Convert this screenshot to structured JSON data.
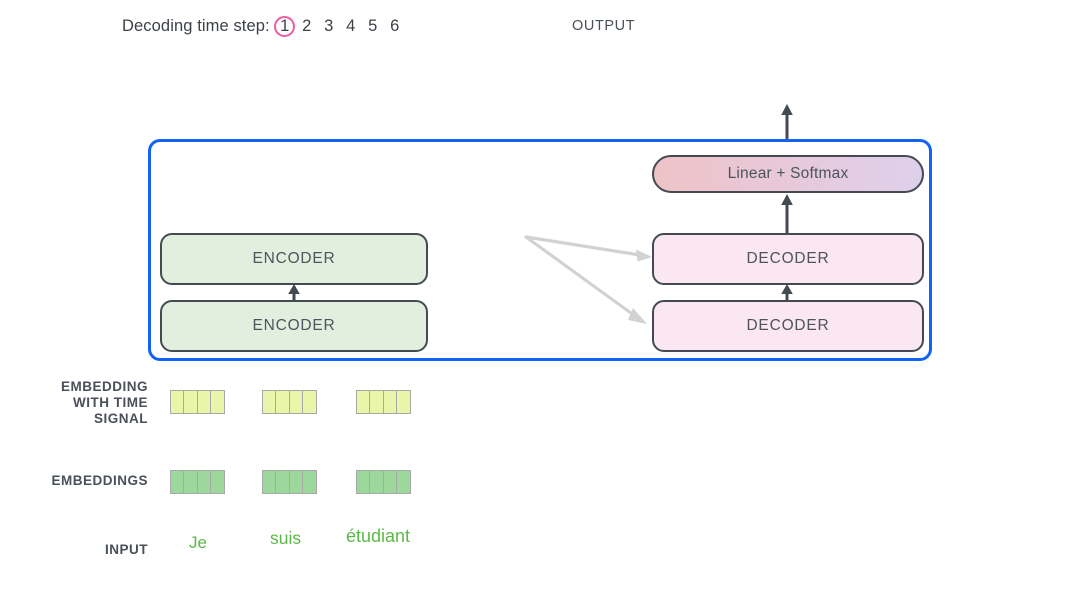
{
  "header": {
    "timestep_label": "Decoding time step:",
    "steps": [
      {
        "n": "1",
        "active": true
      },
      {
        "n": "2",
        "active": false
      },
      {
        "n": "3",
        "active": false
      },
      {
        "n": "4",
        "active": false
      },
      {
        "n": "5",
        "active": false
      },
      {
        "n": "6",
        "active": false
      }
    ],
    "output_label": "OUTPUT"
  },
  "model": {
    "encoder_top": "ENCODER",
    "encoder_bottom": "ENCODER",
    "decoder_top": "DECODER",
    "decoder_bottom": "DECODER",
    "linear_softmax": "Linear + Softmax"
  },
  "rows": {
    "embedding_with_time_signal": "EMBEDDING\nWITH TIME\nSIGNAL",
    "embedding_with_time_signal_lines": [
      "EMBEDDING",
      "WITH TIME",
      "SIGNAL"
    ],
    "embeddings": "EMBEDDINGS",
    "input": "INPUT"
  },
  "vectors": {
    "time_signal": [
      {
        "cells": 4
      },
      {
        "cells": 4
      },
      {
        "cells": 4
      }
    ],
    "embeddings": [
      {
        "cells": 4
      },
      {
        "cells": 4
      },
      {
        "cells": 4
      }
    ]
  },
  "input_words": [
    "Je",
    "suis",
    "étudiant"
  ],
  "colors": {
    "container_border": "#1263f5",
    "encoder_fill": "#e2efdf",
    "decoder_fill": "#fbe7f1",
    "box_border": "#434a52",
    "time_signal_cell": "#e9f5a8",
    "embedding_cell": "#9cd79c",
    "active_step_ring": "#ef5ba1",
    "input_word_text": "#5aba47",
    "cross_arrow": "#d2d2d2",
    "linear_gradient_start": "#eec3c6",
    "linear_gradient_end": "#ded0ec"
  },
  "icons": {
    "up_arrow": "up-arrow-icon",
    "cross_arrow": "encoder-to-decoder-arrow-icon"
  }
}
